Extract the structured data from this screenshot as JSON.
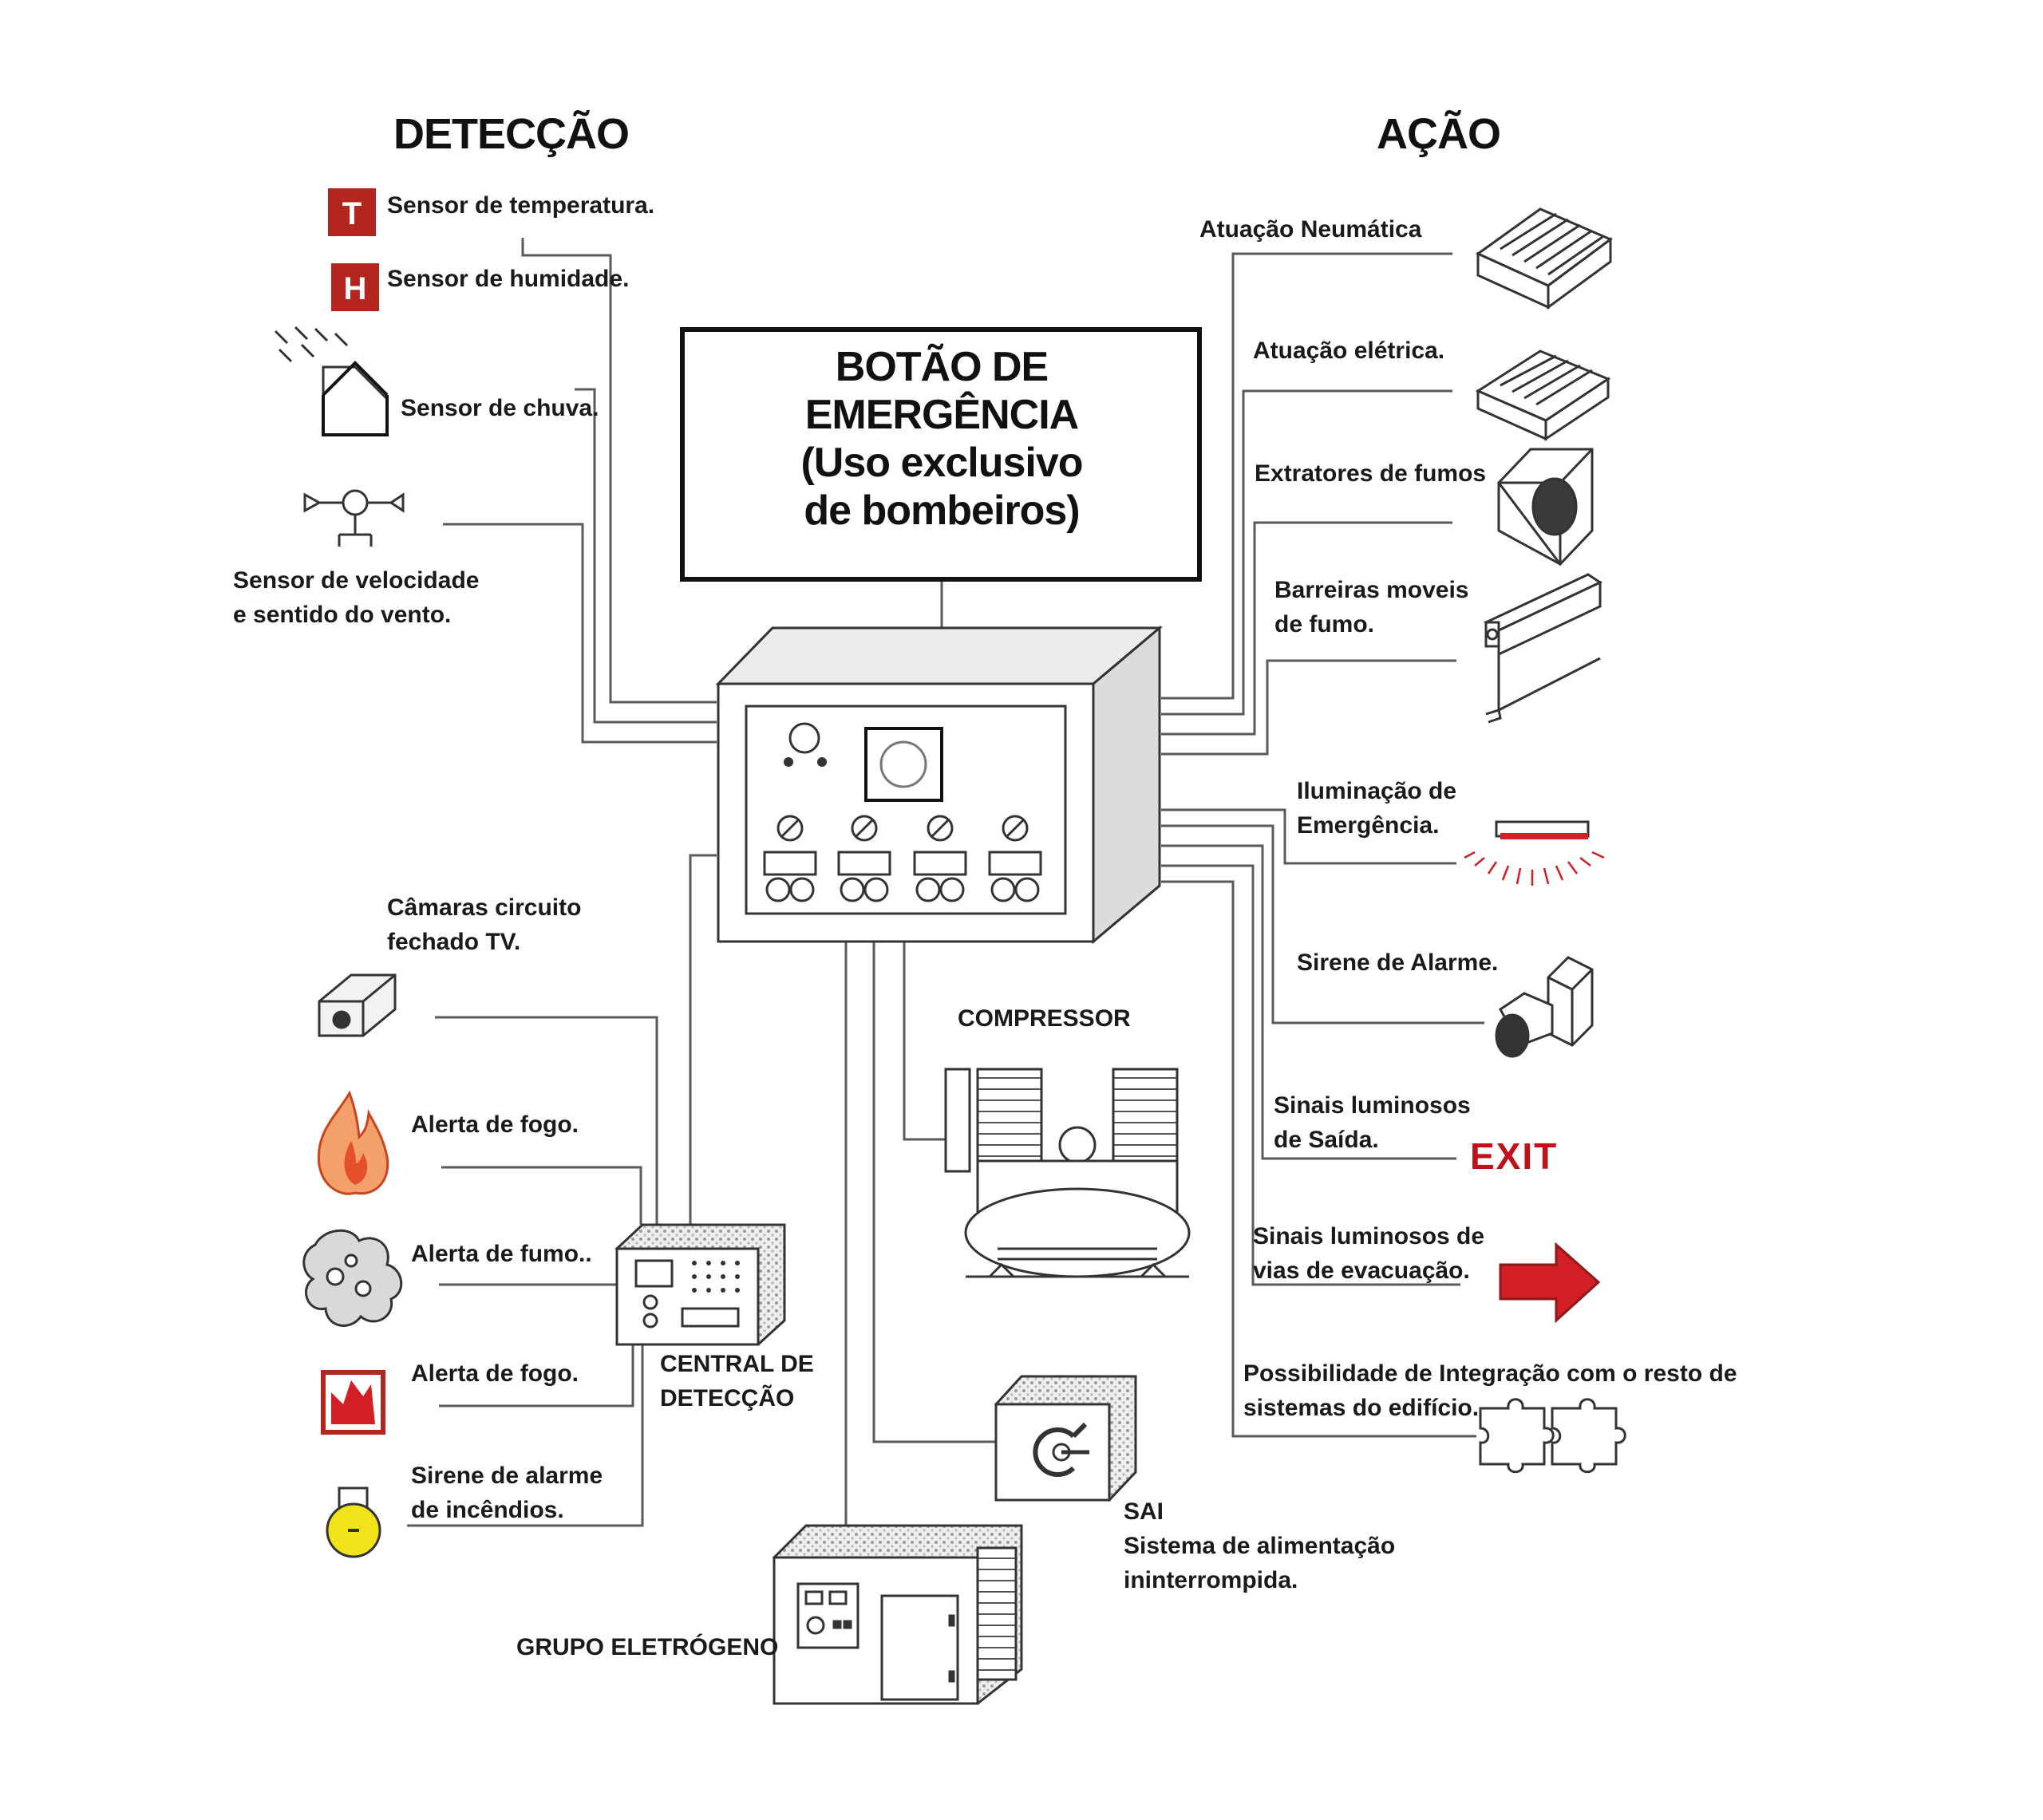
{
  "headers": {
    "detection": "DETECÇÃO",
    "action": "AÇÃO"
  },
  "emergency_button": {
    "text": "BOTÃO DE\nEMERGÊNCIA\n(Uso exclusivo\nde bombeiros)"
  },
  "detection_sensors": {
    "temperature": {
      "label": "Sensor de temperatura.",
      "icon_letter": "T",
      "icon": "temperature-sensor-icon"
    },
    "humidity": {
      "label": "Sensor de humidade.",
      "icon_letter": "H",
      "icon": "humidity-sensor-icon"
    },
    "rain": {
      "label": "Sensor de chuva.",
      "icon": "rain-house-icon"
    },
    "wind": {
      "label": "Sensor de velocidade\ne sentido do vento.",
      "icon": "anemometer-icon"
    }
  },
  "detection_alerts": {
    "cctv": {
      "label": "Câmaras circuito\nfechado TV.",
      "icon": "camera-icon"
    },
    "fire1": {
      "label": "Alerta de fogo.",
      "icon": "flame-icon"
    },
    "smoke": {
      "label": "Alerta de fumo..",
      "icon": "smoke-icon"
    },
    "fire2": {
      "label": "Alerta de fogo.",
      "icon": "fire-alarm-icon"
    },
    "fire_siren": {
      "label": "Sirene de alarme\nde incêndios.",
      "icon": "fire-siren-icon"
    }
  },
  "central": {
    "label": "CENTRAL DE\nDETECÇÃO"
  },
  "compressor": {
    "label": "COMPRESSOR"
  },
  "sai": {
    "label": "SAI\nSistema de alimentação\nininterrompida."
  },
  "generator": {
    "label": "GRUPO ELETRÓGENO"
  },
  "actions": {
    "pneumatic": {
      "label": "Atuação Neumática",
      "icon": "vent-grille-icon"
    },
    "electric": {
      "label": "Atuação elétrica.",
      "icon": "vent-grille-icon"
    },
    "extractors": {
      "label": "Extratores de fumos",
      "icon": "smoke-extractor-icon"
    },
    "barriers": {
      "label": "Barreiras moveis\nde fumo.",
      "icon": "smoke-barrier-icon"
    },
    "emergency_lighting": {
      "label": "Iluminação de\nEmergência.",
      "icon": "emergency-light-icon"
    },
    "alarm_siren": {
      "label": "Sirene de Alarme.",
      "icon": "siren-icon"
    },
    "exit_signs": {
      "label": "Sinais luminosos\nde Saída.",
      "icon_text": "EXIT",
      "icon": "exit-sign-icon"
    },
    "evac_signs": {
      "label": "Sinais luminosos de\nvias de evacuação.",
      "icon": "arrow-right-icon"
    },
    "integration": {
      "label": "Possibilidade de Integração com o resto de\nsistemas do edifício.",
      "icon": "puzzle-icon"
    }
  },
  "colors": {
    "sensor_red": "#b3261e",
    "arrow_red": "#d21f26",
    "exit_red": "#c0101a",
    "siren_yellow": "#f1e31a",
    "flame": "#e4502a"
  }
}
